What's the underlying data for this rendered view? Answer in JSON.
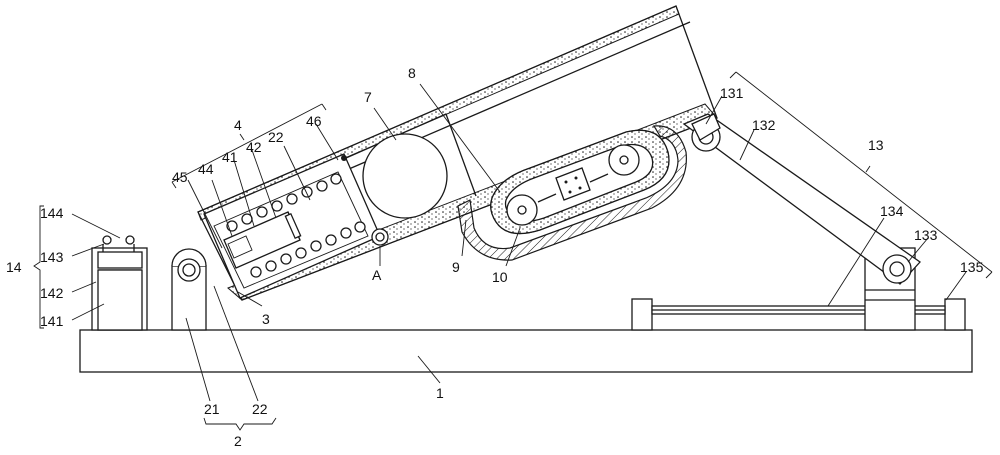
{
  "labels": {
    "l1": "1",
    "l2": "2",
    "l21": "21",
    "l22a": "22",
    "l22b": "22",
    "l3": "3",
    "l4": "4",
    "l7": "7",
    "l8": "8",
    "l9": "9",
    "l10": "10",
    "l13": "13",
    "l14": "14",
    "l41": "41",
    "l42": "42",
    "l44": "44",
    "l45": "45",
    "l46": "46",
    "lA": "A",
    "l131": "131",
    "l132": "132",
    "l133": "133",
    "l134": "134",
    "l135": "135",
    "l141": "141",
    "l142": "142",
    "l143": "143",
    "l144": "144"
  }
}
